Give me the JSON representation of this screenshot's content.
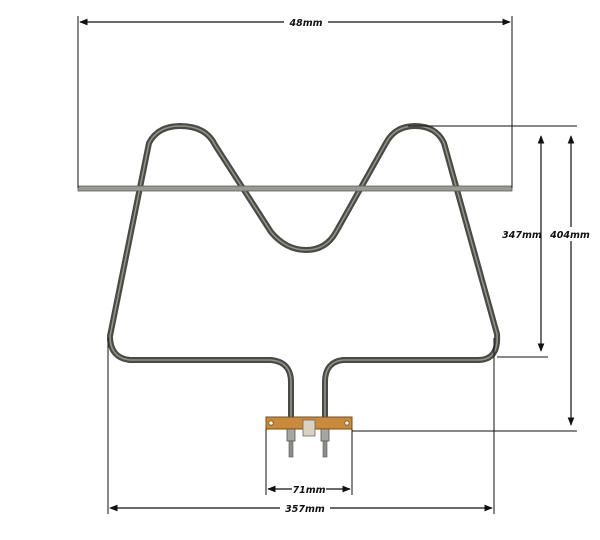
{
  "dimensions": {
    "top_width": "48mm",
    "inner_height": "347mm",
    "outer_height": "404mm",
    "terminal_spacing": "71mm",
    "overall_width": "357mm"
  },
  "colors": {
    "element_tube": "#4a4a44",
    "element_highlight": "#9a9a90",
    "bracket": "#c98a3a",
    "terminal": "#8c8c88",
    "dimension_ink": "#111111"
  }
}
